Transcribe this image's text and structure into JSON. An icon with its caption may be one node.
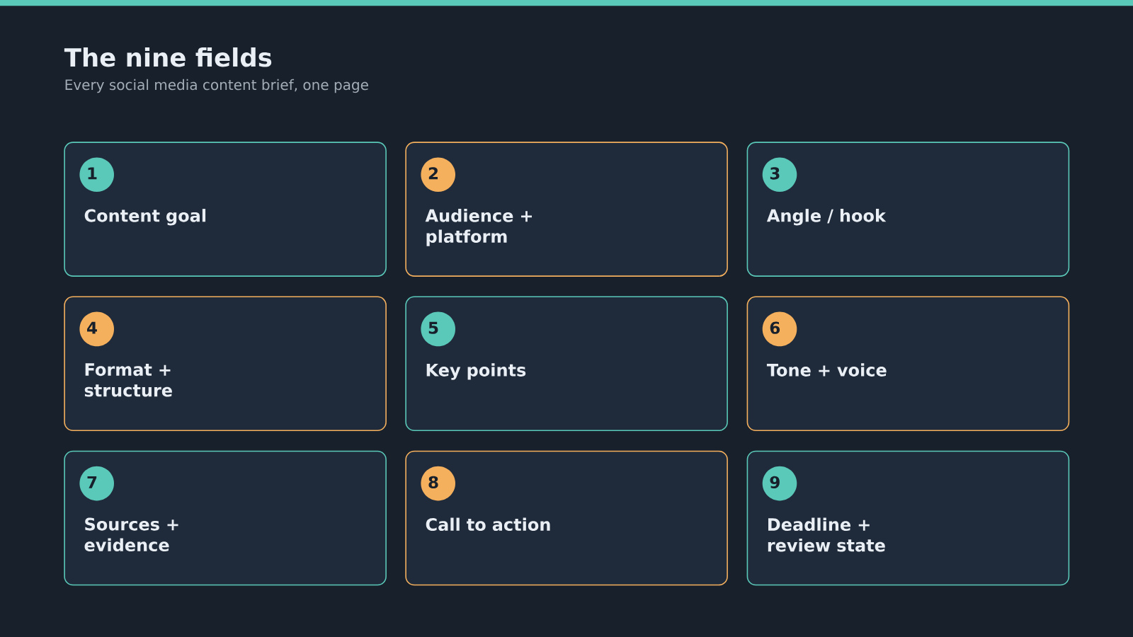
{
  "diagram": {
    "title": "The nine fields",
    "nodes": [
      {
        "text": [
          "Content goal"
        ]
      },
      {
        "text": [
          "1"
        ],
        "in": 0
      },
      {
        "text": [
          "Audience + platform"
        ]
      },
      {
        "text": [
          "2"
        ],
        "in": 2
      },
      {
        "text": [
          "Angle / hook"
        ]
      },
      {
        "text": [
          "3"
        ],
        "in": 4
      },
      {
        "text": [
          "Format + structure"
        ]
      },
      {
        "text": [
          "4"
        ],
        "in": 6
      },
      {
        "text": [
          "Key points"
        ]
      },
      {
        "text": [
          "5"
        ],
        "in": 8
      },
      {
        "text": [
          "Tone + voice"
        ]
      },
      {
        "text": [
          "6"
        ],
        "in": 10
      },
      {
        "text": [
          "Sources + evidence"
        ]
      },
      {
        "text": [
          "7"
        ],
        "in": 12
      },
      {
        "text": [
          "Call to action"
        ]
      },
      {
        "text": [
          "8"
        ],
        "in": 14
      },
      {
        "text": [
          "Deadline + review state"
        ]
      },
      {
        "text": [
          "9"
        ],
        "in": 16
      }
    ],
    "labels": [
      "Every social media content brief, one page"
    ]
  }
}
